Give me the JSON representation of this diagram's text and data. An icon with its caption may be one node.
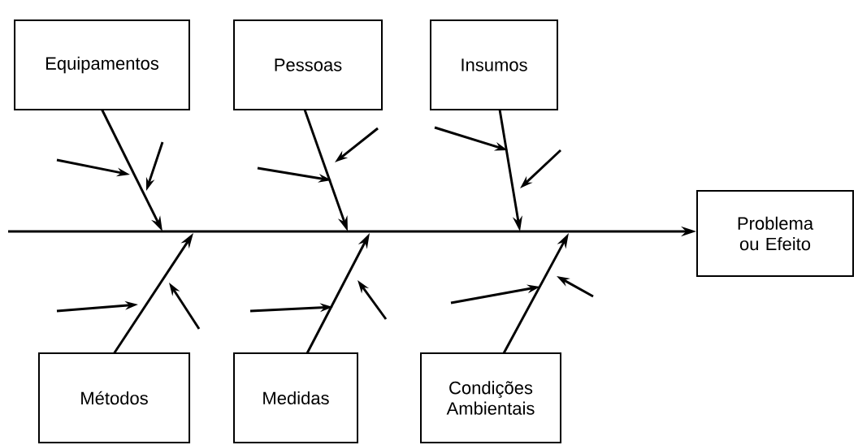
{
  "diagram": {
    "nodes": [
      {
        "text": [
          "Equipamentos"
        ]
      },
      {
        "text": [
          "Pessoas"
        ]
      },
      {
        "text": [
          "Insumos"
        ]
      },
      {
        "text": [
          "Métodos"
        ]
      },
      {
        "text": [
          "Medidas"
        ]
      },
      {
        "text": [
          "Condições Ambientais"
        ]
      },
      {
        "text": [
          "Problema ou Efeito"
        ]
      }
    ],
    "edges": [
      {
        "from": null,
        "to": 6,
        "arrow": "to"
      },
      {
        "from": 0,
        "to": null,
        "arrow": "to"
      },
      {
        "from": 1,
        "to": null,
        "arrow": "to"
      },
      {
        "from": 2,
        "to": null,
        "arrow": "to"
      },
      {
        "from": 3,
        "to": null,
        "arrow": "to"
      },
      {
        "from": 4,
        "to": null,
        "arrow": "to"
      },
      {
        "from": 5,
        "to": null,
        "arrow": "to"
      }
    ]
  }
}
